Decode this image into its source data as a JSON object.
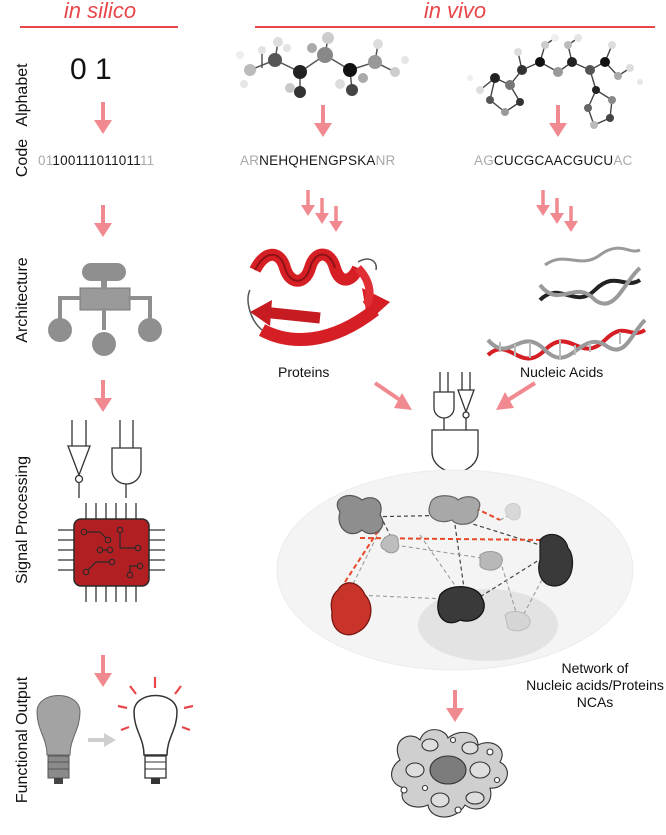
{
  "headers": {
    "in_silico": "in silico",
    "in_vivo": "in vivo"
  },
  "rows": [
    "Alphabet",
    "Code",
    "Architecture",
    "Signal Processing",
    "Functional Output"
  ],
  "alphabet": "0 1",
  "codes": {
    "binary": [
      {
        "t": "01",
        "g": true
      },
      {
        "t": "10",
        "g": false
      },
      {
        "t": "0",
        "g": false
      },
      {
        "t": "1110110",
        "g": false
      },
      {
        "t": "11",
        "g": false
      },
      {
        "t": "11",
        "g": true
      }
    ],
    "protein": [
      {
        "t": "AR",
        "g": true
      },
      {
        "t": "NE",
        "g": false
      },
      {
        "t": "HQHENGPS",
        "g": false
      },
      {
        "t": "KA",
        "g": false
      },
      {
        "t": "NR",
        "g": true
      }
    ],
    "nucleic": [
      {
        "t": "AG",
        "g": true
      },
      {
        "t": "CU",
        "g": false
      },
      {
        "t": "CGCAACGU",
        "g": false
      },
      {
        "t": "CU",
        "g": false
      },
      {
        "t": "AC",
        "g": true
      }
    ]
  },
  "labels": {
    "proteins": "Proteins",
    "nucleic_acids": "Nucleic Acids",
    "network_1": "Network of",
    "network_2": "Nucleic acids/Proteins",
    "network_3": "NCAs"
  },
  "colors": {
    "accent": "#e8474a",
    "arrow": "#f08a90",
    "chip": "#b11f22",
    "gray": "#8f8f8f"
  }
}
